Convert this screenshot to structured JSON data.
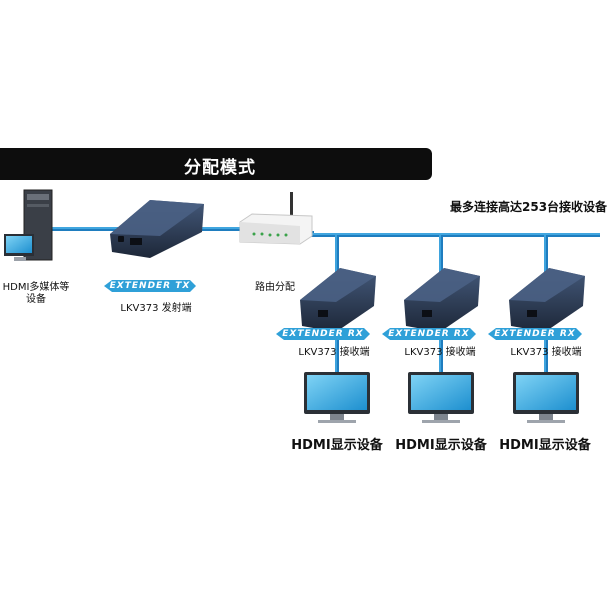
{
  "title": "分配模式",
  "max_receivers_note": "最多连接高达253台接收设备",
  "source": {
    "label_line1": "HDMI多媒体等",
    "label_line2": "设备"
  },
  "transmitter": {
    "badge": "EXTENDER TX",
    "label": "LKV373 发射端"
  },
  "router": {
    "label": "路由分配"
  },
  "receivers": [
    {
      "badge": "EXTENDER RX",
      "label": "LKV373 接收端",
      "display_label": "HDMI显示设备"
    },
    {
      "badge": "EXTENDER RX",
      "label": "LKV373 接收端",
      "display_label": "HDMI显示设备"
    },
    {
      "badge": "EXTENDER RX",
      "label": "LKV373 接收端",
      "display_label": "HDMI显示设备"
    }
  ],
  "colors": {
    "cable": "#1f7dbf",
    "badge": "#2fa0d8",
    "device_body": "#2c3b52",
    "screen": "#29a8e0"
  }
}
